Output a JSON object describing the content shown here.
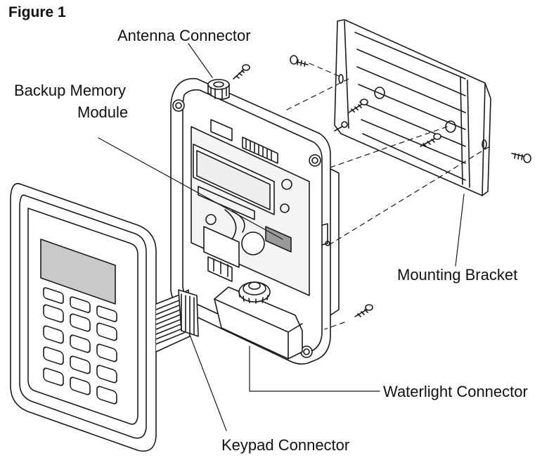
{
  "figure": {
    "title": "Figure 1"
  },
  "labels": {
    "antenna": "Antenna Connector",
    "backup_line1": "Backup Memory",
    "backup_line2": "Module",
    "bracket": "Mounting Bracket",
    "waterlight": "Waterlight Connector",
    "keypad": "Keypad Connector"
  },
  "colors": {
    "line": "#1a1a1a",
    "screen": "#c9c9c9",
    "fill": "#ffffff",
    "shade": "#e6e6e6"
  }
}
